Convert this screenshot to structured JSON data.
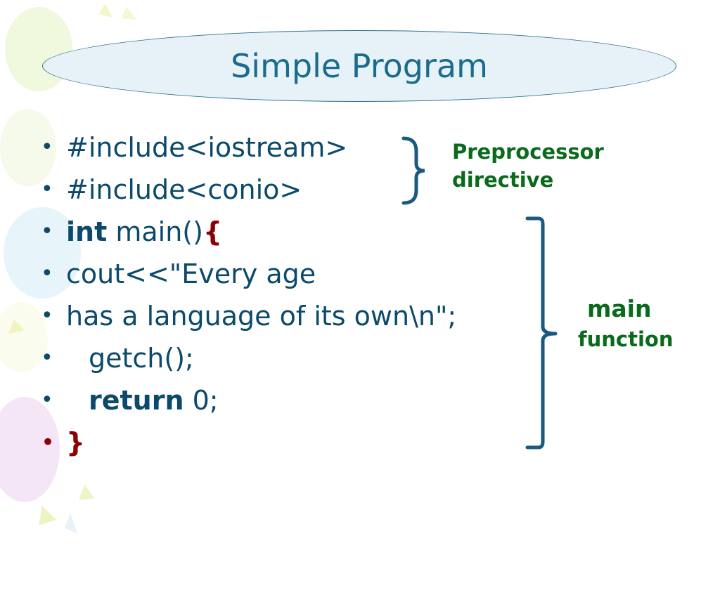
{
  "slide": {
    "title": "Simple Program"
  },
  "code_lines": [
    {
      "bullet": "•",
      "parts": [
        "#include<iostream>"
      ]
    },
    {
      "bullet": "•",
      "parts": [
        "#include<conio>"
      ]
    },
    {
      "bullet": "•",
      "keyword": "int",
      "text": " main()",
      "brace": "{"
    },
    {
      "bullet": "•",
      "text": "cout<<\"Every age"
    },
    {
      "bullet": "•",
      "text": "has a language of its own\\n\";"
    },
    {
      "bullet": "•",
      "text": "getch();"
    },
    {
      "bullet": "•",
      "keyword": "return",
      "text": " 0;"
    },
    {
      "bullet": "•",
      "brace": "}"
    }
  ],
  "annotations": {
    "preprocessor_line1": "Preprocessor",
    "preprocessor_line2": "directive",
    "main_line1": "main",
    "main_line2": "function"
  },
  "colors": {
    "code_text": "#0b4a6a",
    "title_text": "#1a6b8c",
    "keyword_brace": "#8b0000",
    "annotation": "#0a6a1c",
    "bracket": "#1a5a80"
  }
}
